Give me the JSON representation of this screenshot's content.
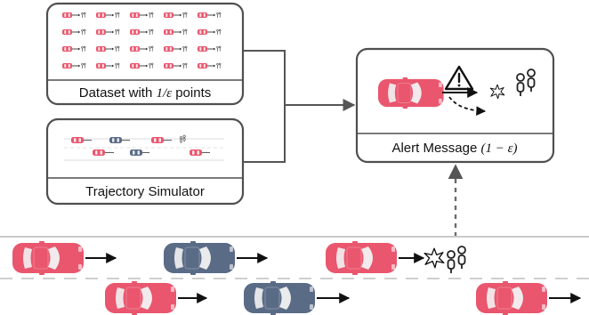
{
  "boxes": {
    "dataset": {
      "caption_prefix": "Dataset with ",
      "caption_math": "1/ε",
      "caption_suffix": " points"
    },
    "simulator": {
      "caption": "Trajectory Simulator"
    },
    "alert": {
      "caption_prefix": "Alert Message ",
      "caption_math": "(1 − ε)"
    }
  },
  "icons": {
    "warning": "warning-triangle-icon",
    "collision": "collision-burst-icon",
    "pedestrians": "pedestrians-icon",
    "car": "car-icon"
  },
  "colors": {
    "red_car": "#e9566e",
    "blue_car": "#5a6b86",
    "box_border": "#4f4f4f",
    "arrow": "#555555",
    "dashed_arrow": "#6b6b6b",
    "road_line": "#c9c9c9"
  }
}
